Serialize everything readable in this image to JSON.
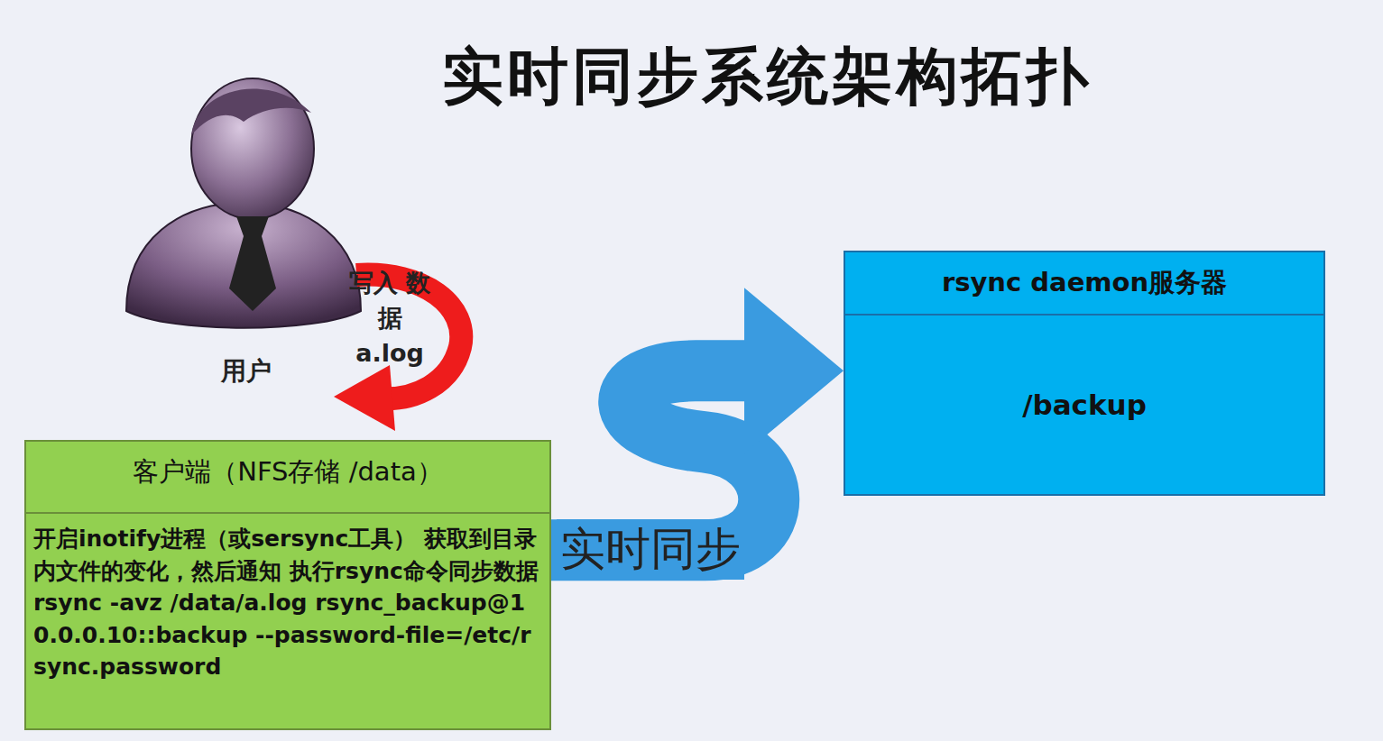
{
  "diagram": {
    "title": "实时同步系统架构拓扑",
    "nodes": [
      {
        "text": [
          "客户端（NFS存储 /data）",
          "开启inotify进程（或sersync工具） 获取到目录内文件的变化，然后通知 执行rsync命令同步数据 rsync -avz /data/a.log rsync_backup@10.0.0.10::backup --password-file=/etc/rsync.password"
        ]
      },
      {
        "text": [
          "rsync daemon服务器",
          "/backup"
        ]
      }
    ],
    "edges": [
      {
        "from": 0,
        "to": 1,
        "label": "实时同步",
        "arrow": "to"
      }
    ],
    "labels": [
      "用户",
      "写入 数据 a.log"
    ]
  }
}
